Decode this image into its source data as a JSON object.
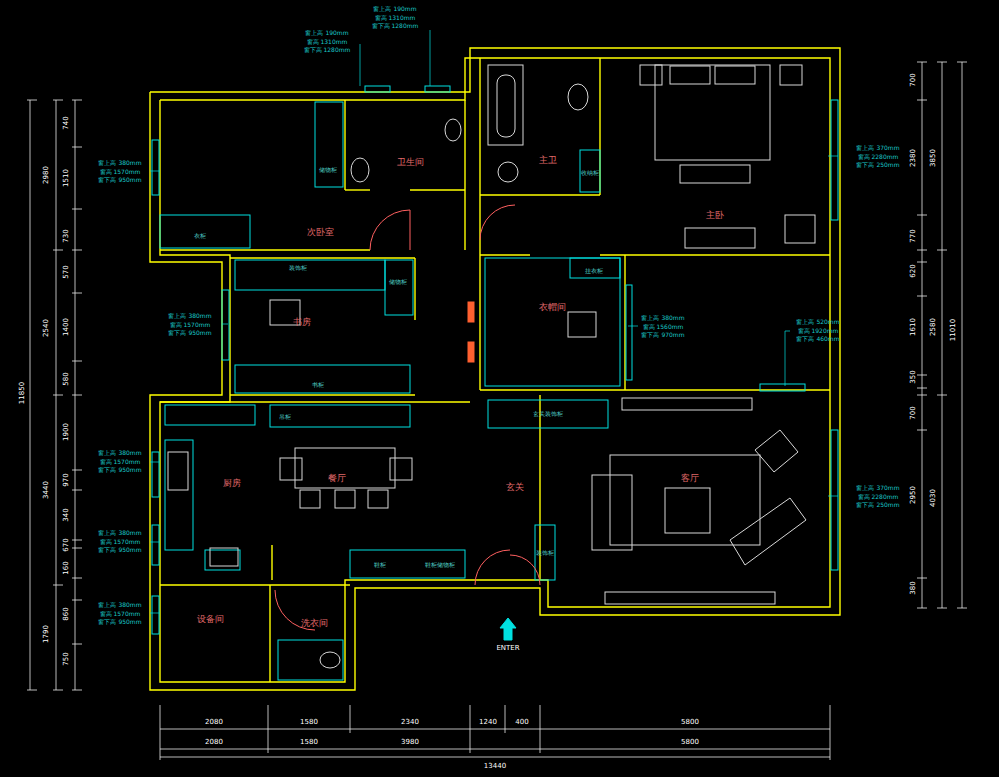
{
  "diagram": {
    "labels": [
      "次卧室",
      "卫生间",
      "主卫",
      "主卧",
      "书房",
      "衣帽间",
      "厨房",
      "餐厅",
      "玄关",
      "客厅",
      "设备间",
      "洗衣间",
      "ENTER",
      "衣柜",
      "储物柜",
      "收纳柜",
      "装饰柜",
      "储物柜",
      "书柜",
      "挂衣柜",
      "玄关装饰柜",
      "吊柜",
      "鞋柜",
      "鞋柜储物柜",
      "装饰柜",
      "窗上高 190mm",
      "窗高 1310mm",
      "窗下高 1280mm",
      "窗上高 190mm",
      "窗高 1310mm",
      "窗下高 1280mm",
      "窗上高 380mm",
      "窗高 1570mm",
      "窗下高 950mm",
      "窗上高 370mm",
      "窗高 2280mm",
      "窗下高 250mm",
      "窗上高 380mm",
      "窗高 1570mm",
      "窗下高 950mm",
      "窗上高 380mm",
      "窗高 1560mm",
      "窗下高 970mm",
      "窗上高 520mm",
      "窗高 1920mm",
      "窗下高 460mm",
      "窗上高 380mm",
      "窗高 1570mm",
      "窗下高 950mm",
      "窗上高 370mm",
      "窗高 2280mm",
      "窗下高 250mm",
      "窗上高 380mm",
      "窗高 1570mm",
      "窗下高 950mm",
      "窗上高 380mm",
      "窗高 1570mm",
      "窗下高 950mm",
      "740",
      "1510",
      "730",
      "570",
      "1400",
      "580",
      "1900",
      "970",
      "340",
      "670",
      "160",
      "860",
      "750",
      "2980",
      "2540",
      "3440",
      "1790",
      "11850",
      "700",
      "2380",
      "770",
      "620",
      "1610",
      "350",
      "700",
      "2950",
      "380",
      "3850",
      "2580",
      "4030",
      "11010",
      "2080",
      "1580",
      "2340",
      "1240",
      "400",
      "5800",
      "2080",
      "1580",
      "3980",
      "5800",
      "13440"
    ]
  }
}
